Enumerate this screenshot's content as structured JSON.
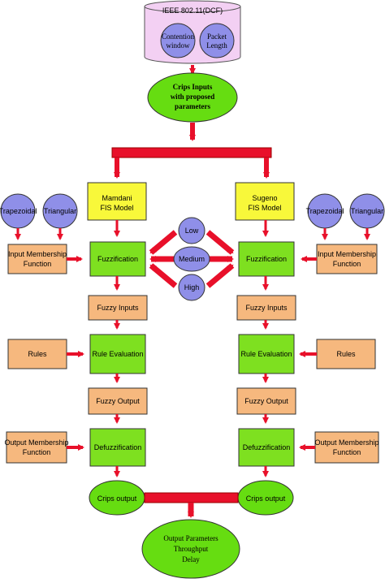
{
  "top_cylinder": {
    "title": "IEEE 802.11(DCF)",
    "left_circle": [
      "Contention",
      "window"
    ],
    "right_circle": [
      "Packet",
      "Length"
    ]
  },
  "crisp_inputs": [
    "Crips Inputs",
    "with proposed",
    "parameters"
  ],
  "left": {
    "model": [
      "Mamdani",
      "FIS Model"
    ],
    "shape_circles": [
      "Trapezoidal",
      "Triangular"
    ],
    "input_mf": [
      "Input Membership",
      "Function"
    ],
    "fuzzification": "Fuzzification",
    "fuzzy_inputs": "Fuzzy Inputs",
    "rules": "Rules",
    "rule_evaluation": "Rule Evaluation",
    "fuzzy_output": "Fuzzy Output",
    "output_mf": [
      "Output Membership",
      "Function"
    ],
    "defuzzification": "Defuzzification",
    "crisp_output": "Crips output"
  },
  "right": {
    "model": [
      "Sugeno",
      "FIS Model"
    ],
    "shape_circles": [
      "Trapezoidal",
      "Triangular"
    ],
    "input_mf": [
      "Input Membership",
      "Function"
    ],
    "fuzzification": "Fuzzification",
    "fuzzy_inputs": "Fuzzy Inputs",
    "rules": "Rules",
    "rule_evaluation": "Rule Evaluation",
    "fuzzy_output": "Fuzzy Output",
    "output_mf": [
      "Output Membership",
      "Function"
    ],
    "defuzzification": "Defuzzification",
    "crisp_output": "Crips output"
  },
  "levels": [
    "Low",
    "Medium",
    "High"
  ],
  "output_params": [
    "Output Parameters",
    "Throughput",
    "Delay"
  ],
  "colors": {
    "cylinder": "#f3d0f3",
    "circle_blue": "#8f8fe8",
    "green_box": "#7ee020",
    "green_ellipse": "#66dd11",
    "yellow_box": "#f8f83a",
    "orange_box": "#f6b87e",
    "arrow_red": "#e8102a"
  }
}
